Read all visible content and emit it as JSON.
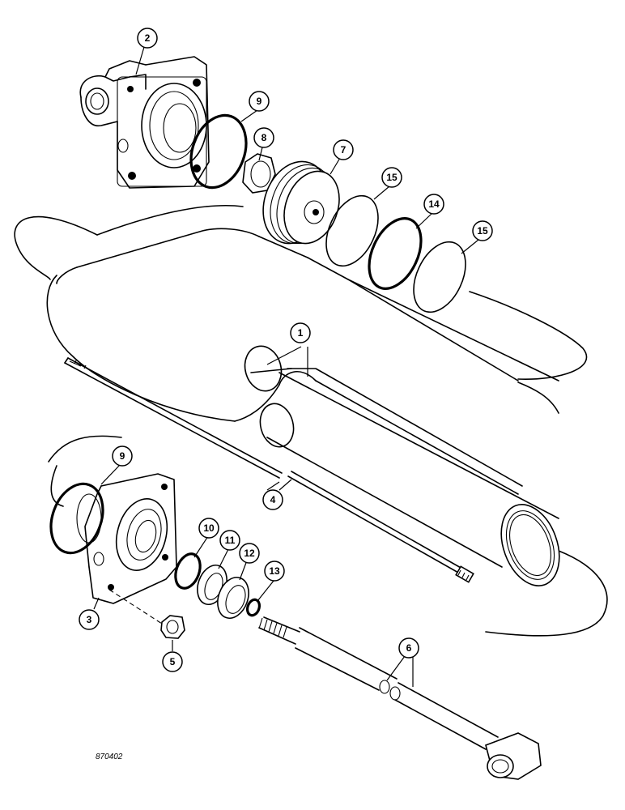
{
  "figure_id": "870402",
  "callouts": {
    "c1": "1",
    "c2": "2",
    "c3": "3",
    "c4": "4",
    "c5": "5",
    "c6": "6",
    "c7": "7",
    "c8": "8",
    "c9_top": "9",
    "c9_bottom": "9",
    "c10": "10",
    "c11": "11",
    "c12": "12",
    "c13": "13",
    "c14": "14",
    "c15_a": "15",
    "c15_b": "15"
  }
}
